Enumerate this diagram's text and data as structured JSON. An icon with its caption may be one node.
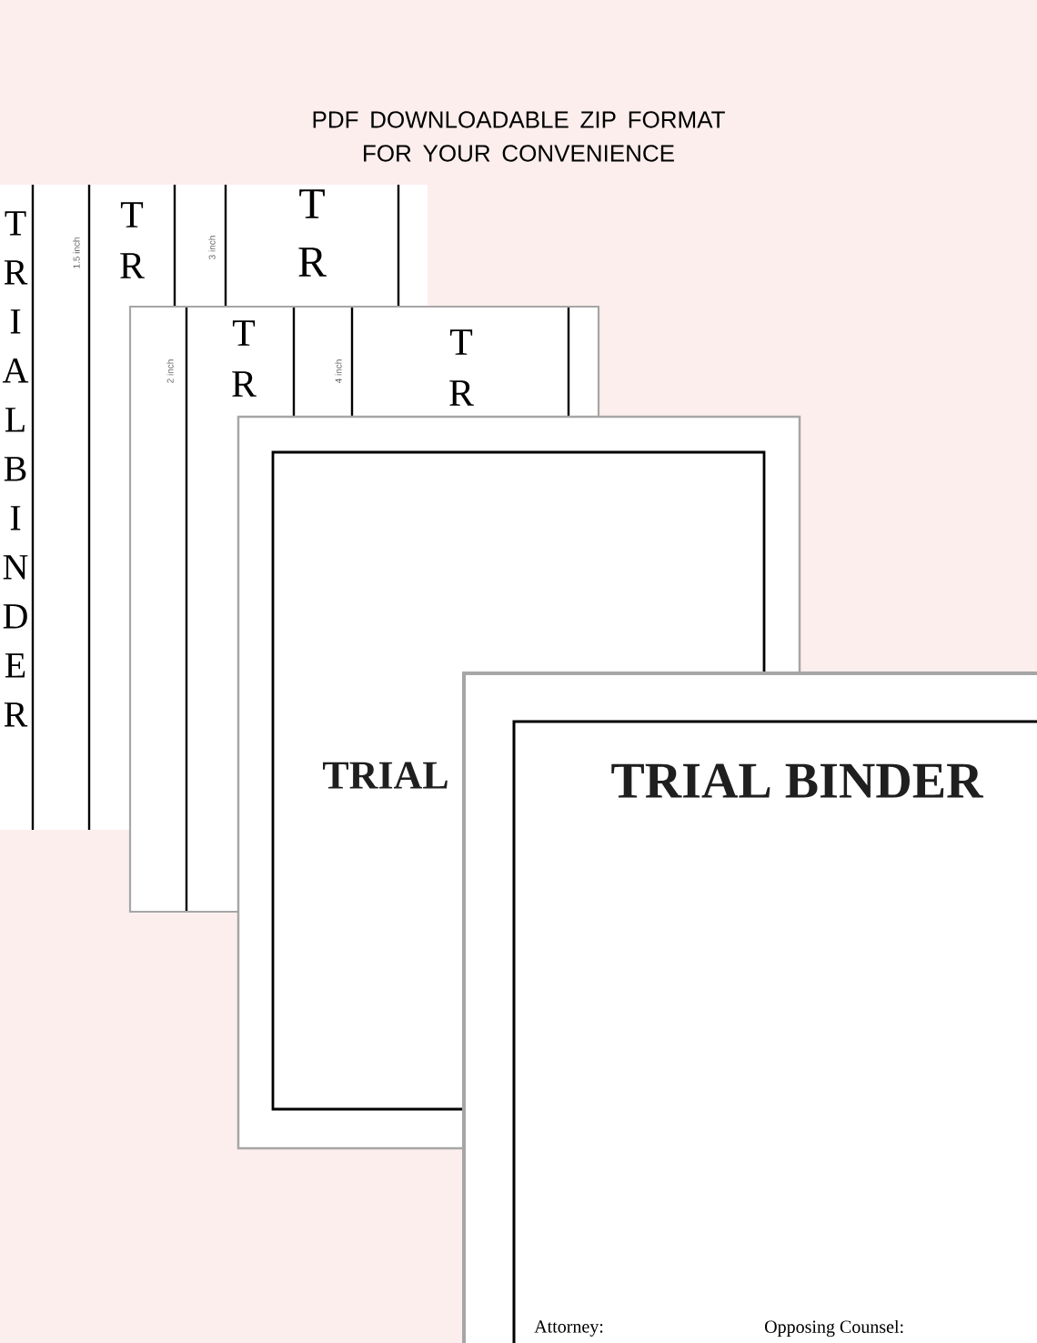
{
  "diagram": {
    "title": "PDF DOWNLOADABLE ZIP FORMAT FOR YOUR CONVENIENCE",
    "labels": [
      "TRIAL BINDER",
      "1.5 inch",
      "TR",
      "3 inch",
      "TR",
      "2 inch",
      "TR",
      "4 inch",
      "TR",
      "TRIAL",
      "TRIAL BINDER",
      "Attorney:",
      "Opposing Counsel:"
    ]
  }
}
